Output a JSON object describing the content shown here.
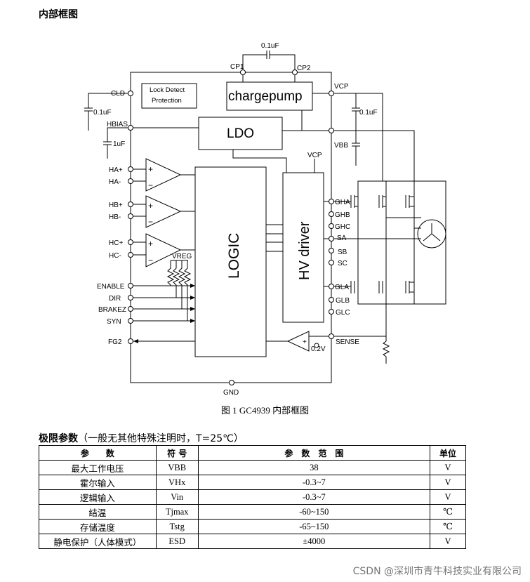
{
  "heading1": "内部框图",
  "diagram": {
    "cap_top": "0.1uF",
    "cp1": "CP1",
    "cp2": "CP2",
    "cld": "CLD",
    "lock_detect_1": "Lock Detect",
    "lock_detect_2": "Protection",
    "chargepump": "chargepump",
    "vcp_right": "VCP",
    "cap_left1": "0.1uF",
    "cap_right": "0.1uF",
    "hbias": "HBIAS",
    "ldo": "LDO",
    "cap_left2": "1uF",
    "vbb": "VBB",
    "vcp_top": "VCP",
    "ha_plus": "HA+",
    "ha_minus": "HA-",
    "hb_plus": "HB+",
    "hb_minus": "HB-",
    "hc_plus": "HC+",
    "hc_minus": "HC-",
    "vreg": "VREG",
    "logic": "LOGIC",
    "hv_driver": "HV driver",
    "gha": "GHA",
    "ghb": "GHB",
    "ghc": "GHC",
    "sa": "SA",
    "sb": "SB",
    "sc": "SC",
    "gla": "GLA",
    "glb": "GLB",
    "glc": "GLC",
    "enable": "ENABLE",
    "dir": "DIR",
    "brakez": "BRAKEZ",
    "syn": "SYN",
    "fg2": "FG2",
    "sense": "SENSE",
    "v02": "0.2V",
    "gnd": "GND",
    "plus": "+",
    "minus": "−"
  },
  "figure_caption": "图 1 GC4939 内部框图",
  "heading2_bold": "极限参数",
  "heading2_normal": "（一般无其他特殊注明时，T=25℃）",
  "table": {
    "headers": [
      "参　　数",
      "符 号",
      "参　数　范　围",
      "单位"
    ],
    "rows": [
      [
        "最大工作电压",
        "VBB",
        "38",
        "V"
      ],
      [
        "霍尔输入",
        "VHx",
        "-0.3~7",
        "V"
      ],
      [
        "逻辑输入",
        "Vin",
        "-0.3~7",
        "V"
      ],
      [
        "结温",
        "Tjmax",
        "-60~150",
        "℃"
      ],
      [
        "存储温度",
        "Tstg",
        "-65~150",
        "℃"
      ],
      [
        "静电保护（人体模式）",
        "ESD",
        "±4000",
        "V"
      ]
    ]
  },
  "watermark": "CSDN @深圳市青牛科技实业有限公司"
}
